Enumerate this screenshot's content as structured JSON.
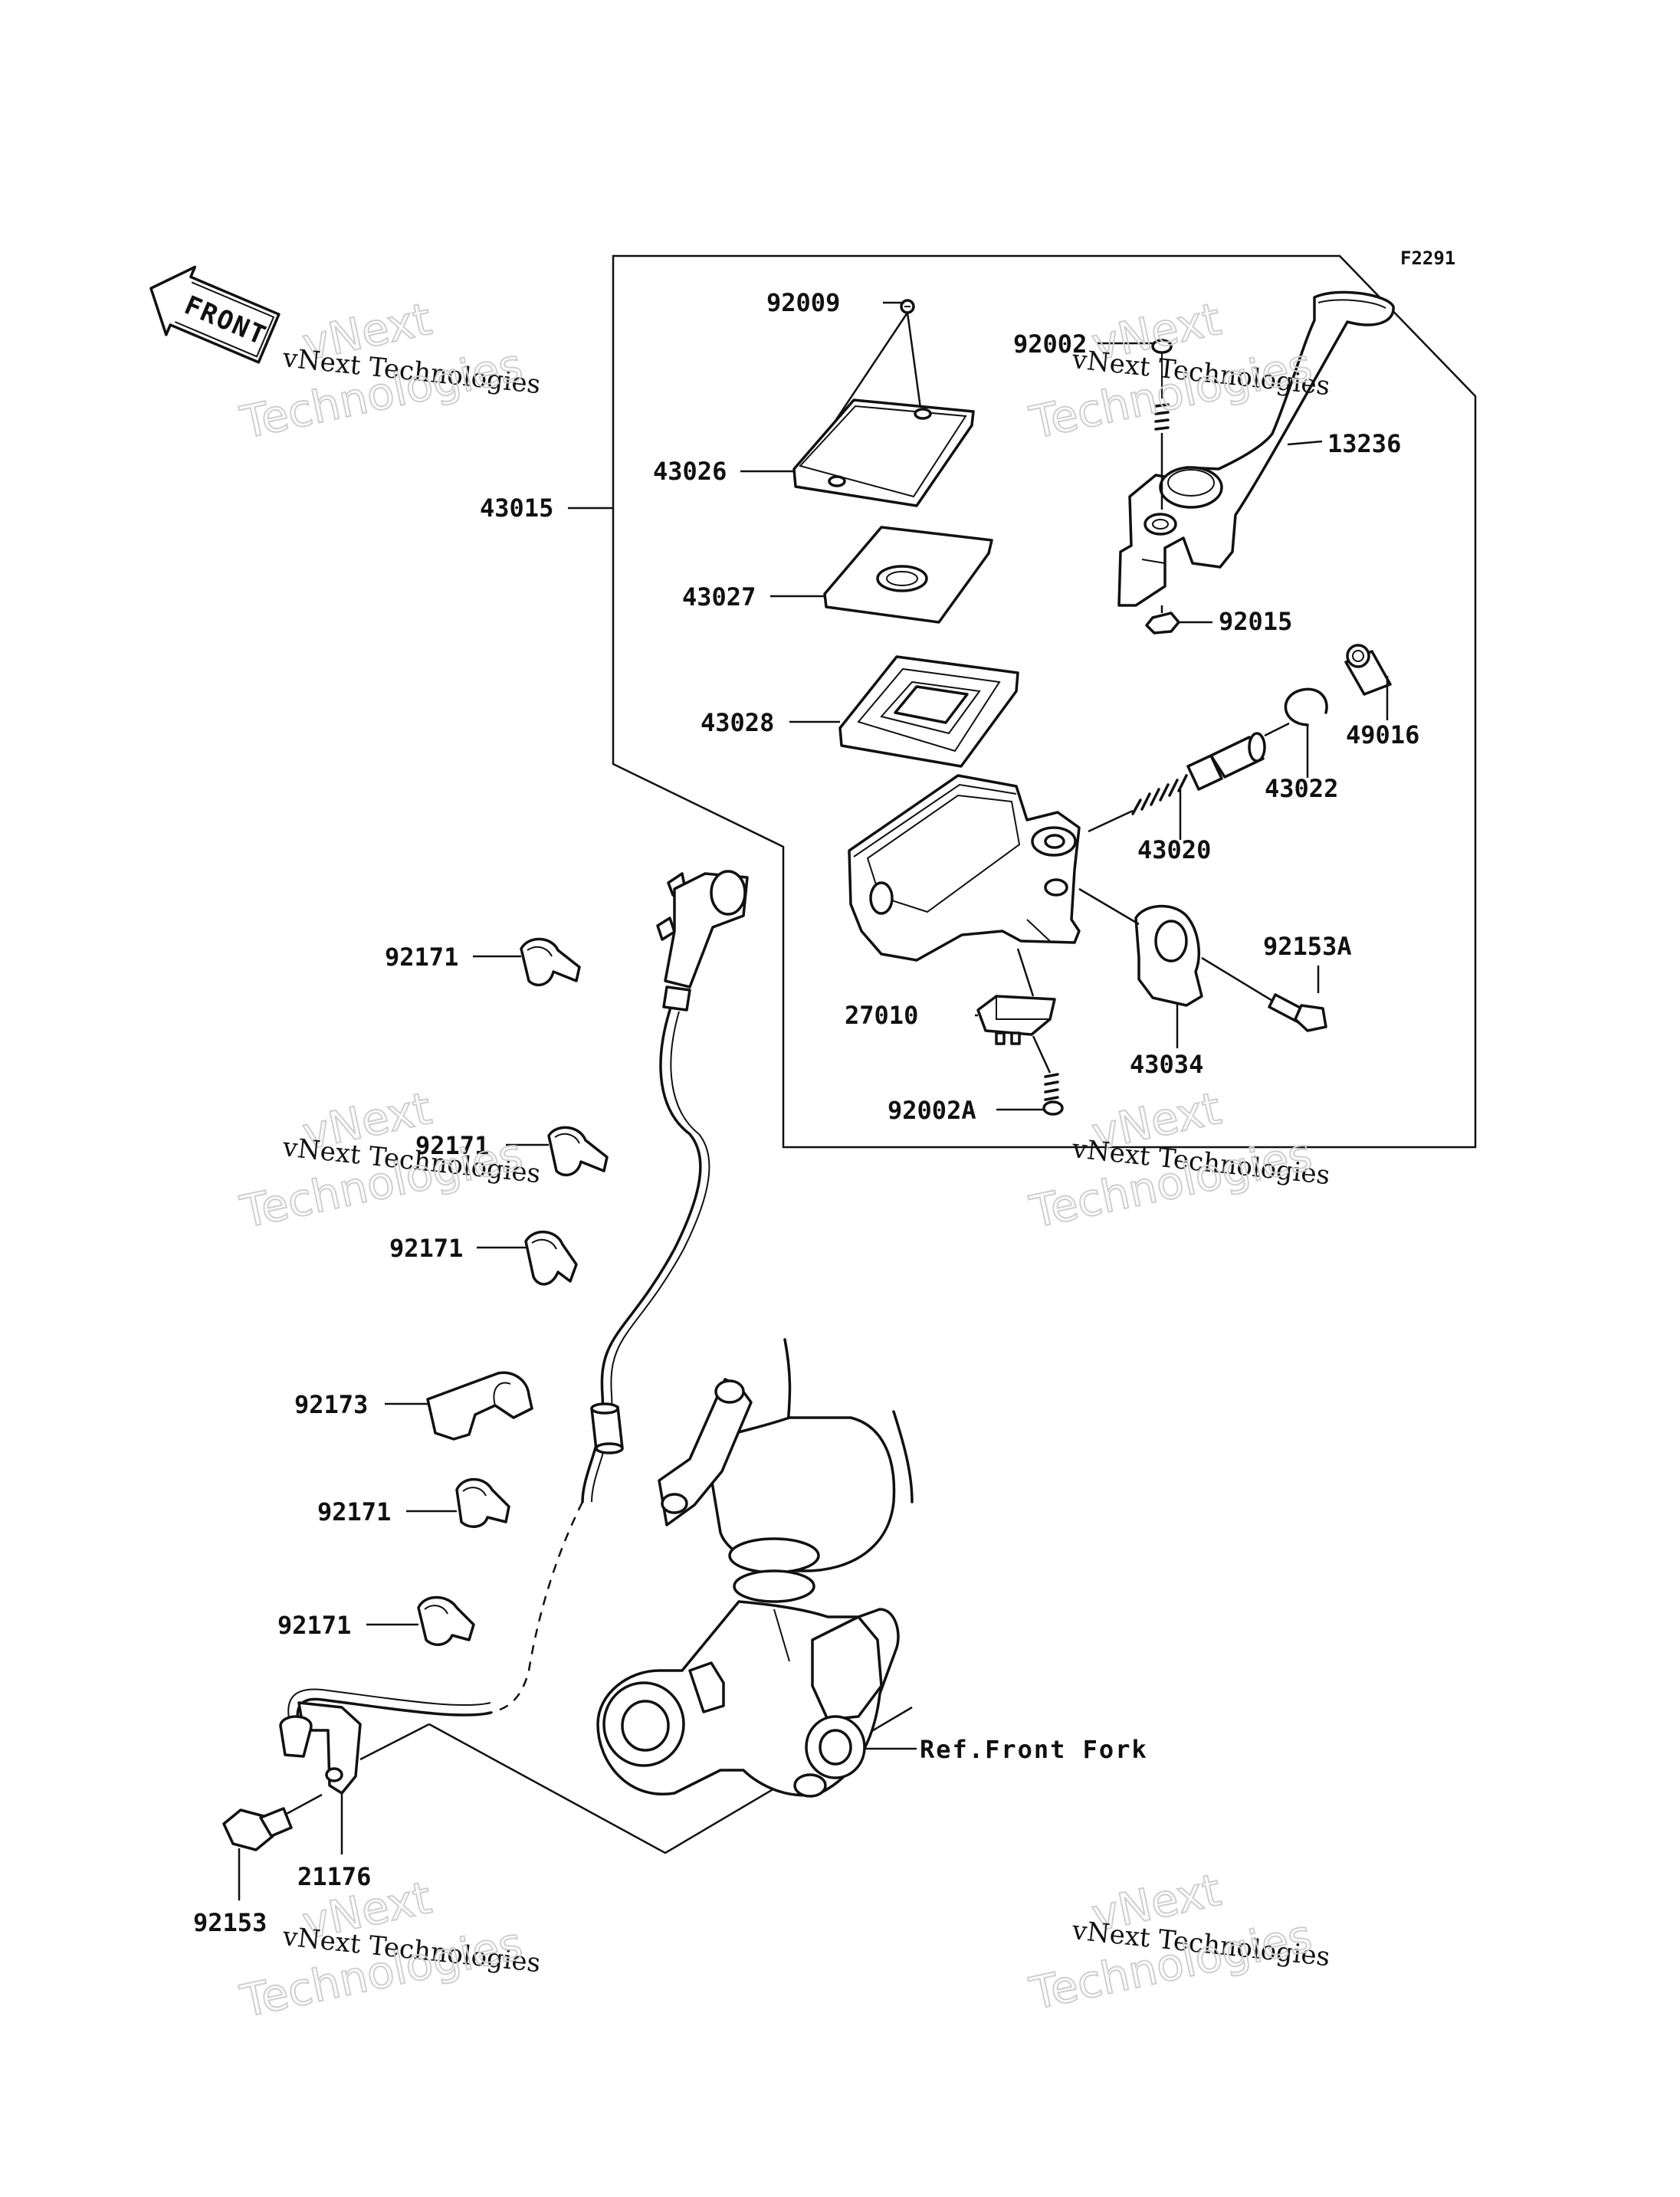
{
  "figure_code": "F2291",
  "front_label": "FRONT",
  "watermark": {
    "line1": "vNext",
    "line2": "vNext Technologies",
    "line3": "Technologies"
  },
  "ref_label": "Ref.Front Fork",
  "labels": {
    "p92009": "92009",
    "p92002": "92002",
    "p13236": "13236",
    "p43026": "43026",
    "p43015": "43015",
    "p43027": "43027",
    "p92015": "92015",
    "p43028": "43028",
    "p49016": "49016",
    "p43022": "43022",
    "p43020": "43020",
    "p92153A": "92153A",
    "p92171a": "92171",
    "p27010": "27010",
    "p43034": "43034",
    "p92002A": "92002A",
    "p92171b": "92171",
    "p92171c": "92171",
    "p92173": "92173",
    "p92171d": "92171",
    "p92171e": "92171",
    "p21176": "21176",
    "p92153": "92153"
  }
}
